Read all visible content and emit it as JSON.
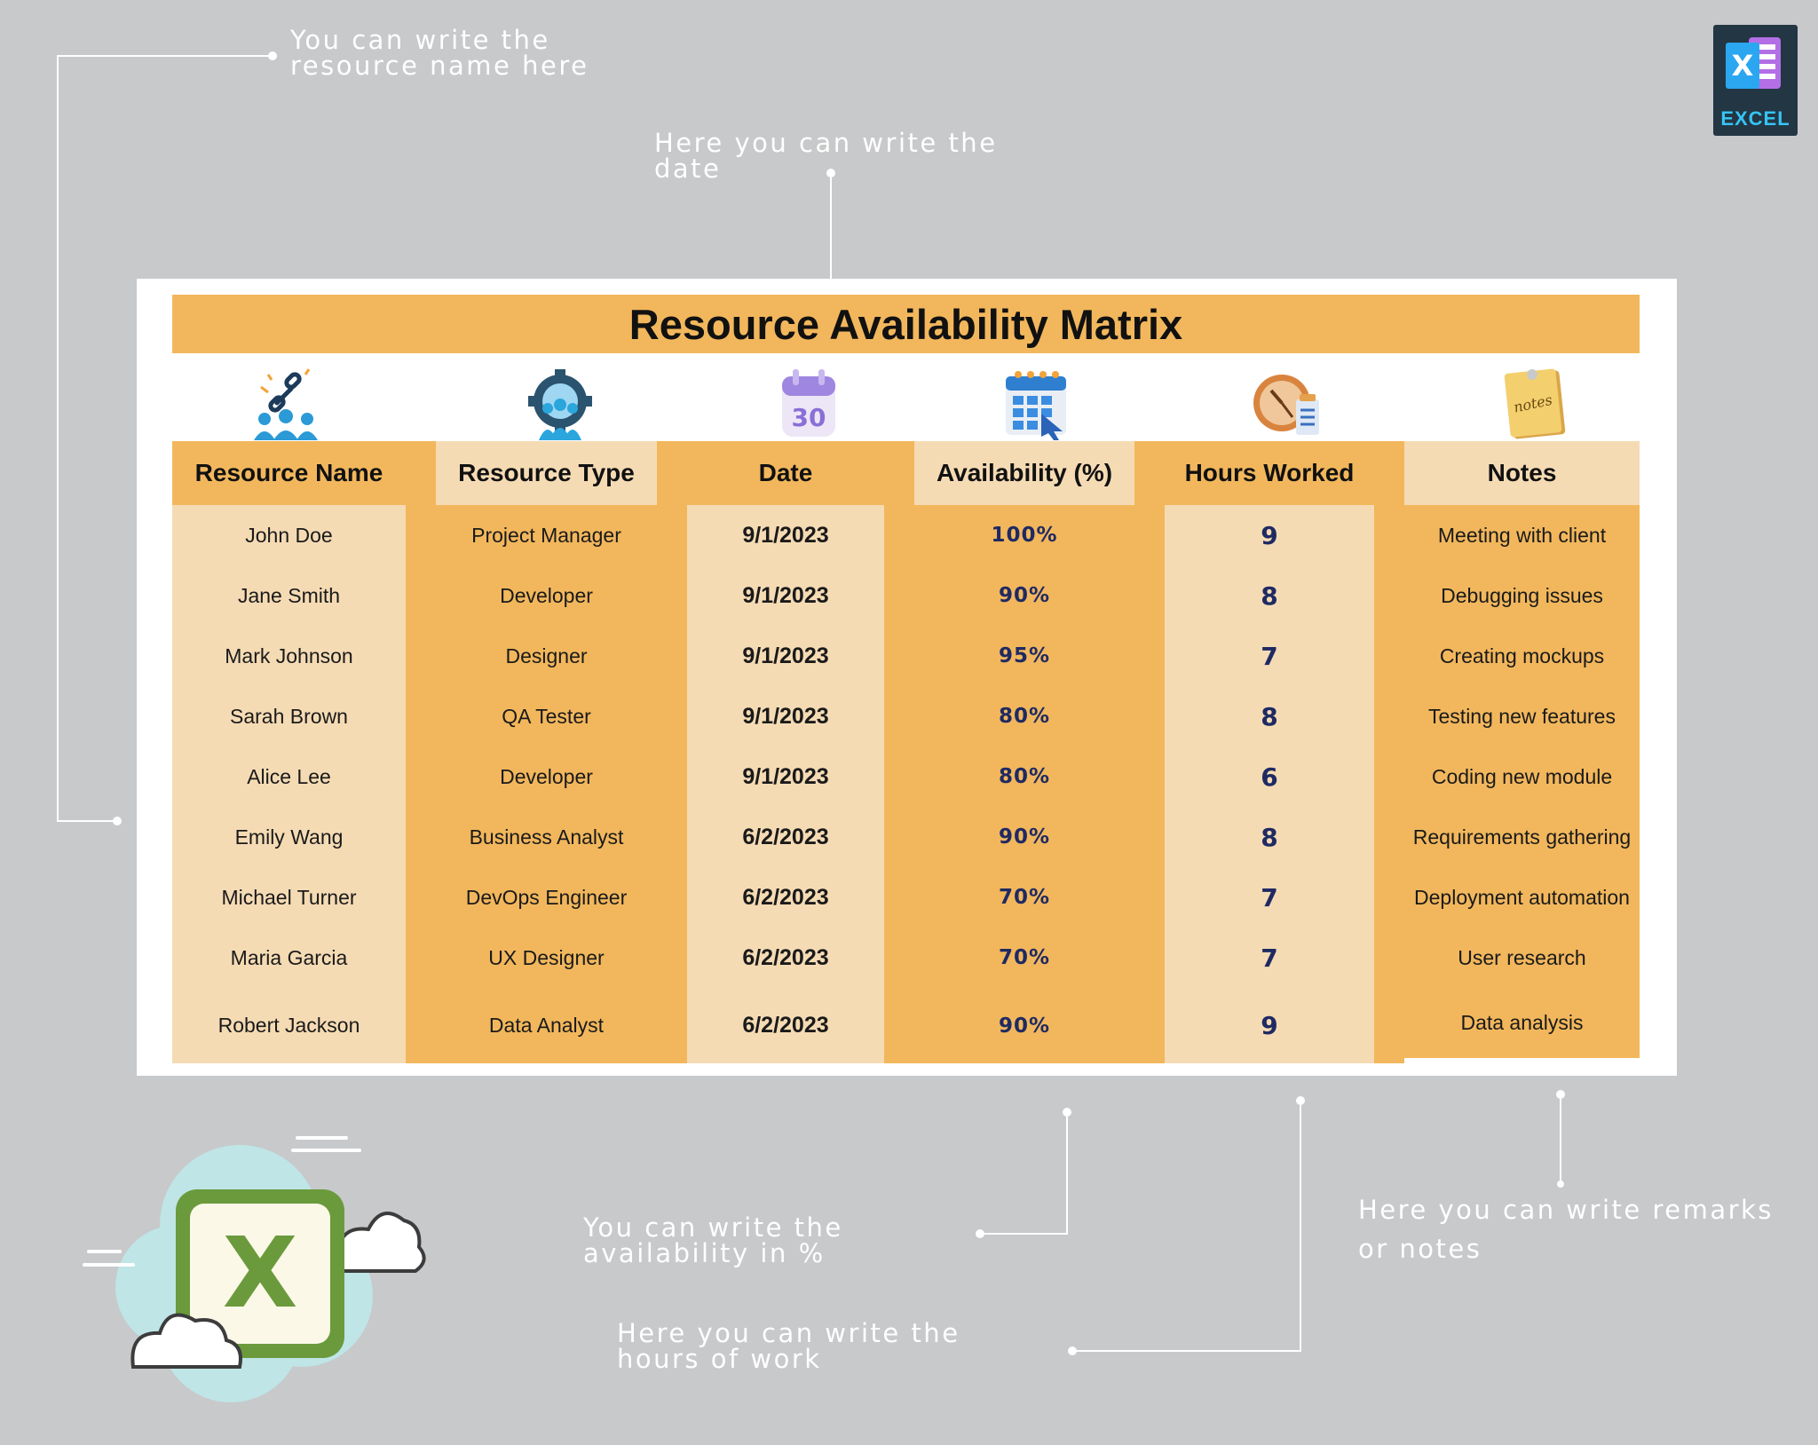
{
  "callouts": {
    "resource_name": "You can write the resource name here",
    "date": "Here you can write the date",
    "availability": "You can write the availability in %",
    "hours": "Here you can write the hours of work",
    "notes": "Here you can write remarks or notes"
  },
  "badge": {
    "label": "EXCEL"
  },
  "logo": {
    "letter": "X"
  },
  "table": {
    "title": "Resource Availability Matrix",
    "headers": [
      "Resource Name",
      "Resource Type",
      "Date",
      "Availability (%)",
      "Hours Worked",
      "Notes"
    ],
    "rows": [
      [
        "John Doe",
        "Project Manager",
        "9/1/2023",
        "100%",
        "9",
        "Meeting with client"
      ],
      [
        "Jane Smith",
        "Developer",
        "9/1/2023",
        "90%",
        "8",
        "Debugging issues"
      ],
      [
        "Mark Johnson",
        "Designer",
        "9/1/2023",
        "95%",
        "7",
        "Creating mockups"
      ],
      [
        "Sarah Brown",
        "QA Tester",
        "9/1/2023",
        "80%",
        "8",
        "Testing new features"
      ],
      [
        "Alice Lee",
        "Developer",
        "9/1/2023",
        "80%",
        "6",
        "Coding new module"
      ],
      [
        "Emily Wang",
        "Business Analyst",
        "6/2/2023",
        "90%",
        "8",
        "Requirements gathering"
      ],
      [
        "Michael Turner",
        "DevOps Engineer",
        "6/2/2023",
        "70%",
        "7",
        "Deployment automation"
      ],
      [
        "Maria Garcia",
        "UX Designer",
        "6/2/2023",
        "70%",
        "7",
        "User research"
      ],
      [
        "Robert Jackson",
        "Data Analyst",
        "6/2/2023",
        "90%",
        "9",
        "Data analysis"
      ]
    ]
  },
  "icons": {
    "resource_name": "team-link-icon",
    "resource_type": "gear-team-icon",
    "date": "calendar-icon",
    "availability": "schedule-grid-icon",
    "hours": "clock-report-icon",
    "notes": "notes-icon"
  },
  "colors": {
    "background": "#c8c9cb",
    "header_orange": "#f2b75c",
    "light_peach": "#f5dbb4",
    "value_navy": "#1f2a63",
    "badge_dark": "#233644",
    "badge_blue": "#36c4f4",
    "logo_green": "#6b9a3c"
  }
}
